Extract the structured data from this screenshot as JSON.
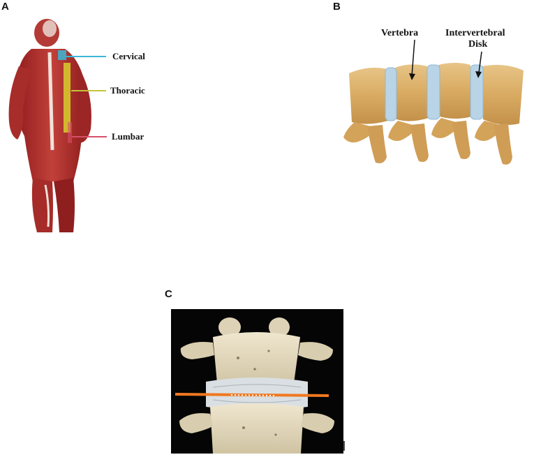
{
  "panels": {
    "a": {
      "letter": "A",
      "regions": [
        {
          "label": "Cervical",
          "color": "#3bb7d6"
        },
        {
          "label": "Thoracic",
          "color": "#c7c33a"
        },
        {
          "label": "Lumbar",
          "color": "#d8506a"
        }
      ]
    },
    "b": {
      "letter": "B",
      "vertebra_label": "Vertebra",
      "disk_label_line1": "Intervertebral",
      "disk_label_line2": "Disk"
    },
    "c": {
      "letter": "C",
      "cut_line_color": "#f07820"
    }
  }
}
